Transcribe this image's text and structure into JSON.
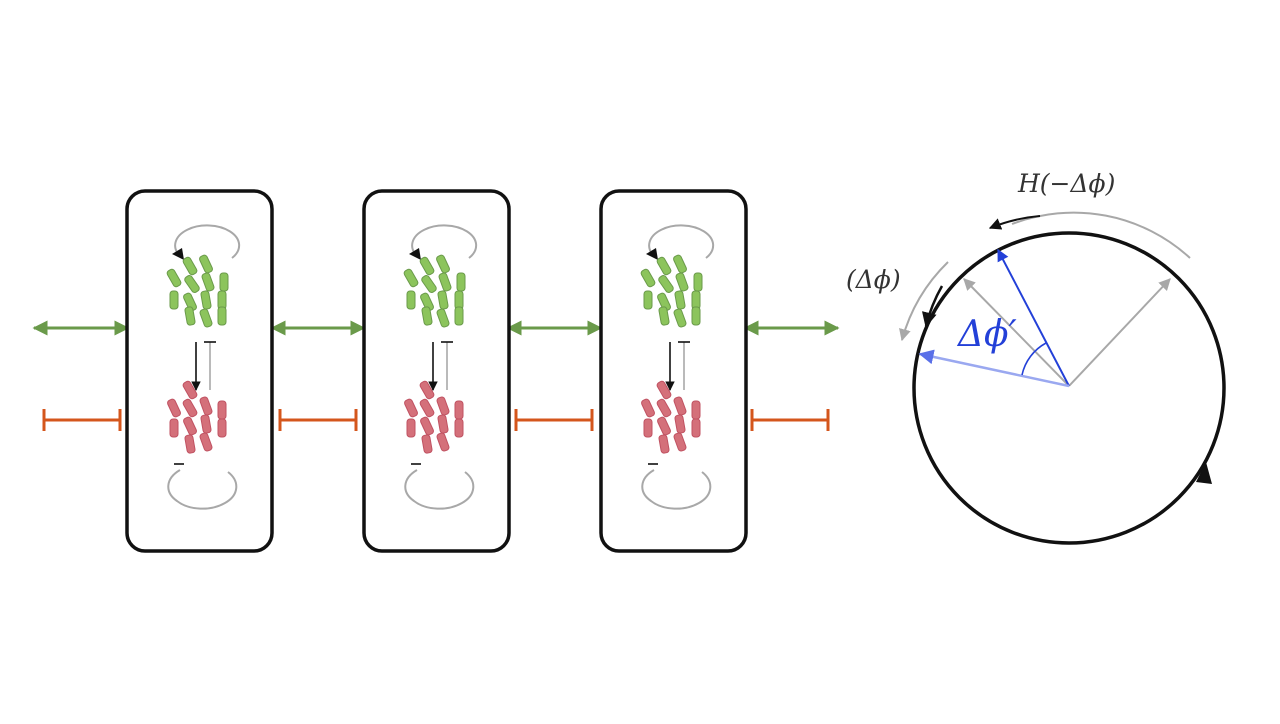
{
  "labels": {
    "phase_shift_top": "H(−Δϕ)",
    "phase_shift_left": "(Δϕ)",
    "phase_shift_new": "Δϕ′"
  },
  "colors": {
    "green": "#6a9a4a",
    "green_fill": "#8cc45c",
    "red": "#c05262",
    "red_fill": "#d4707a",
    "orange": "#d4561c",
    "blue": "#2340d8",
    "light_blue": "#9aa8f0",
    "gray": "#a8a8a8",
    "black": "#111111"
  },
  "icons": {
    "green_bacteria": "green-bacteria-cluster-icon",
    "red_bacteria": "red-bacteria-cluster-icon"
  }
}
